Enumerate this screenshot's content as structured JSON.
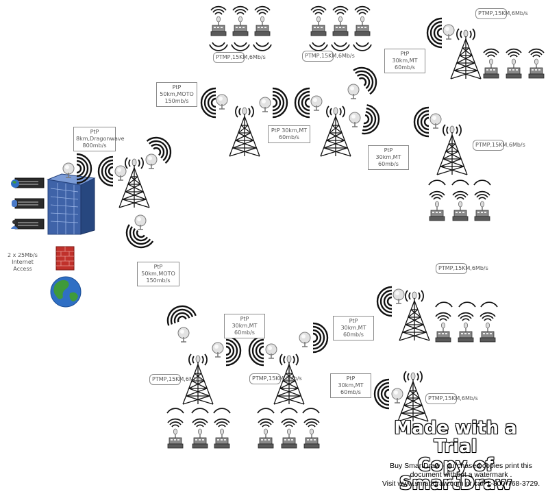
{
  "labels": {
    "ptp_dragonwave": "PtP 8km,Dragonwave 800mb/s",
    "ptp_moto_top": "PtP 50km,MOTO 150mb/s",
    "ptp_moto_bottom": "PtP 50km,MOTO 150mb/s",
    "internet_access": "2 x 25Mb/s Internet Access",
    "ptmp_a": "PTMP,15KM,6Mb/s",
    "ptmp_b": "PTMP,15KM,6Mb/s",
    "ptmp_c": "PTMP,15KM,6Mb/s",
    "ptmp_d": "PTMP,15KM,6Mb/s",
    "ptmp_e": "PTMP,15KM,6Mb/s",
    "ptmp_f": "PTMP,15KM,6Mb/s",
    "ptmp_g": "PTMP,15KM,6Mb/s",
    "ptmp_h": "PTMP,15KM,6Mb/s",
    "ptp_30_a": "PtP 30km,MT 60mb/s",
    "ptp_30_b": "PtP 30km,MT 60mb/s",
    "ptp_30_c": "PtP 30km,MT 60mb/s",
    "ptp_30_d": "PtP 30km,MT 60mb/s",
    "ptp_30_e": "PtP 30km,MT 60mb/s",
    "ptp_30_f": "PtP 30km,MT 60mb/s"
  },
  "watermark": {
    "title_line1": "Made with a Trial",
    "title_line2": "Copy of SmartDraw",
    "note_line1": "Buy SmartDraw - purchased copies print this",
    "note_line2": "document without a watermark .",
    "note_line3": "Visit www.smartdraw.com or call 1-800-768-3729."
  },
  "icons": {
    "tower": "lattice-tower-icon",
    "dish": "satellite-dish-icon",
    "waves": "radio-waves-icon",
    "cpe": "subscriber-station-icon",
    "building": "datacenter-building-icon",
    "server": "server-rack-icon",
    "firewall": "firewall-icon",
    "globe": "internet-globe-icon"
  },
  "colors": {
    "tower": "#111111",
    "waves": "#111111",
    "building": "#3f63a8",
    "firewall": "#c0312b",
    "globe_ocean": "#2f6fc4",
    "globe_land": "#3f9a3a"
  }
}
